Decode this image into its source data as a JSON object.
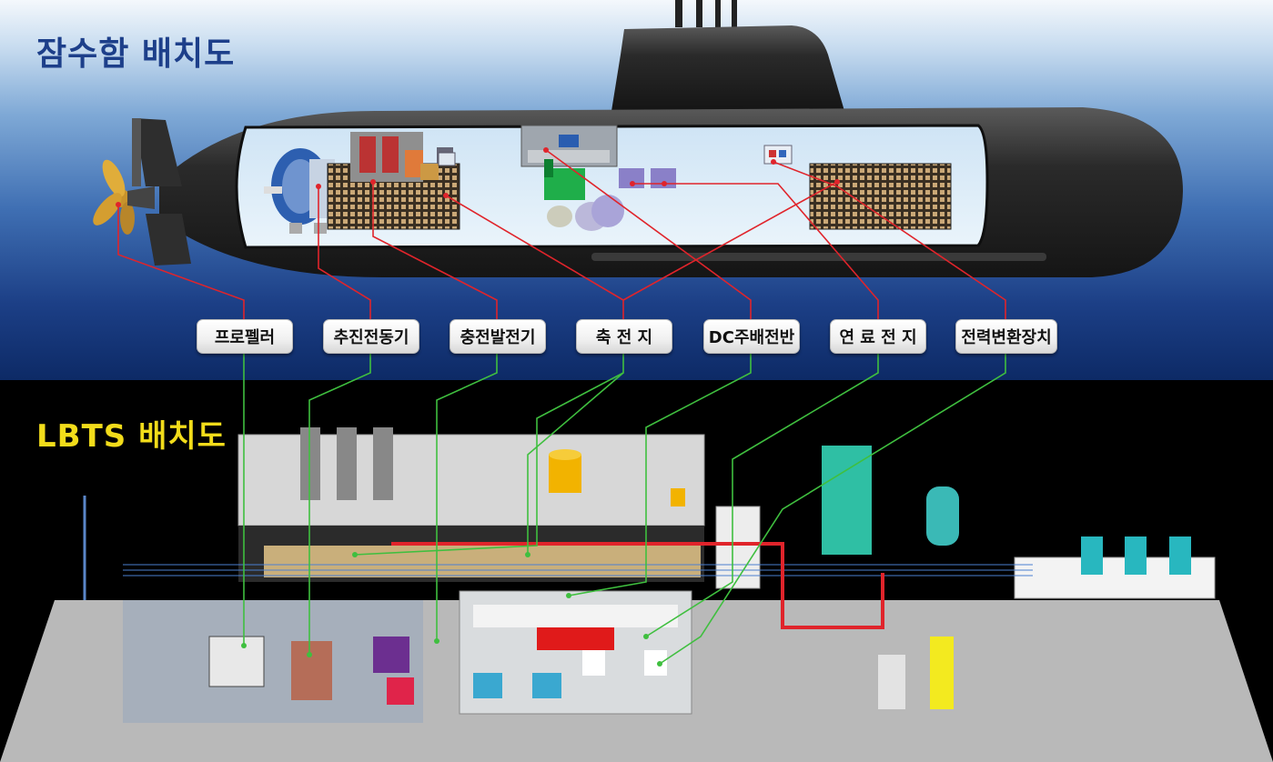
{
  "titles": {
    "top": "잠수함 배치도",
    "bottom": "LBTS 배치도"
  },
  "labels": [
    {
      "id": "propeller",
      "text": "프로펠러"
    },
    {
      "id": "propulsion-motor",
      "text": "추진전동기"
    },
    {
      "id": "charging-generator",
      "text": "충전발전기"
    },
    {
      "id": "battery",
      "text": "축 전 지"
    },
    {
      "id": "dc-switchboard",
      "text": "DC주배전반"
    },
    {
      "id": "fuel-cell",
      "text": "연 료 전 지"
    },
    {
      "id": "power-converter",
      "text": "전력변환장치"
    }
  ],
  "colors": {
    "title_top": "#1d3f8a",
    "title_bottom": "#f2dc1a",
    "leader_top": "#e0242b",
    "leader_bottom": "#3fbf3f",
    "hull": "#2a2a2a",
    "floor": "#b9b9b9"
  }
}
